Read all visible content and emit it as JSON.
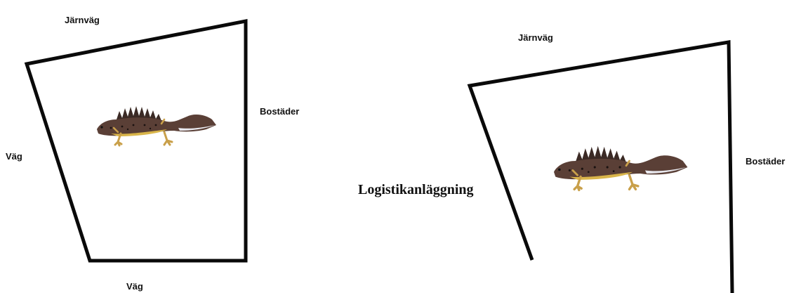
{
  "diagrams": [
    {
      "labels": {
        "top": "Järnväg",
        "right": "Bostäder",
        "left": "Väg",
        "bottom": "Väg"
      },
      "subject_icon": "crested-newt-icon"
    },
    {
      "labels": {
        "top": "Järnväg",
        "right": "Bostäder",
        "left": "Logistikanläggning"
      },
      "subject_icon": "crested-newt-icon"
    }
  ],
  "colors": {
    "line": "#0a0a0a",
    "newt_body": "#5a3f36",
    "newt_belly": "#d9b54a",
    "newt_tail_stripe": "#e8e8ee"
  }
}
